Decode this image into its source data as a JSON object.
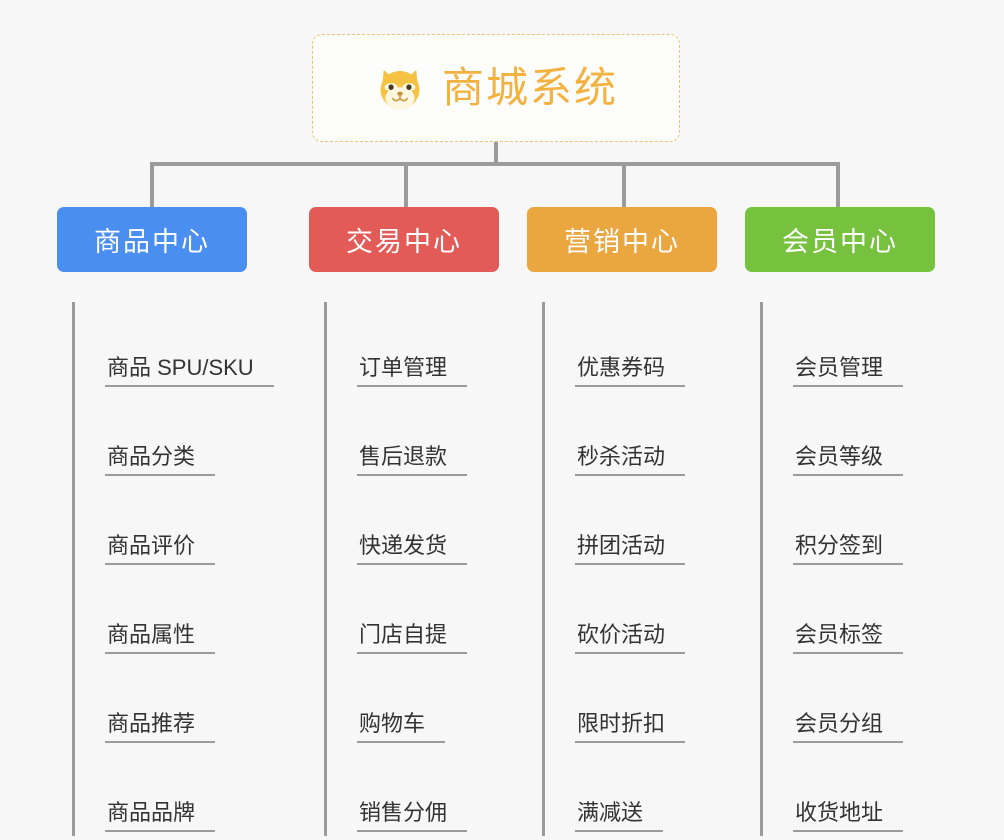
{
  "root": {
    "title": "商城系统",
    "icon": "shiba-dog-face-icon",
    "border_color": "#f0c36a",
    "text_color": "#f3b23f"
  },
  "connector_color": "#9b9b9b",
  "background_color": "#f7f7f7",
  "columns": [
    {
      "id": "product-center",
      "title": "商品中心",
      "color": "#4a8ef0",
      "items": [
        "商品 SPU/SKU",
        "商品分类",
        "商品评价",
        "商品属性",
        "商品推荐",
        "商品品牌"
      ]
    },
    {
      "id": "trade-center",
      "title": "交易中心",
      "color": "#e25b57",
      "items": [
        "订单管理",
        "售后退款",
        "快递发货",
        "门店自提",
        "购物车",
        "销售分佣"
      ]
    },
    {
      "id": "marketing-center",
      "title": "营销中心",
      "color": "#eaa63f",
      "items": [
        "优惠券码",
        "秒杀活动",
        "拼团活动",
        "砍价活动",
        "限时折扣",
        "满减送"
      ]
    },
    {
      "id": "member-center",
      "title": "会员中心",
      "color": "#76c13e",
      "items": [
        "会员管理",
        "会员等级",
        "积分签到",
        "会员标签",
        "会员分组",
        "收货地址"
      ]
    }
  ]
}
